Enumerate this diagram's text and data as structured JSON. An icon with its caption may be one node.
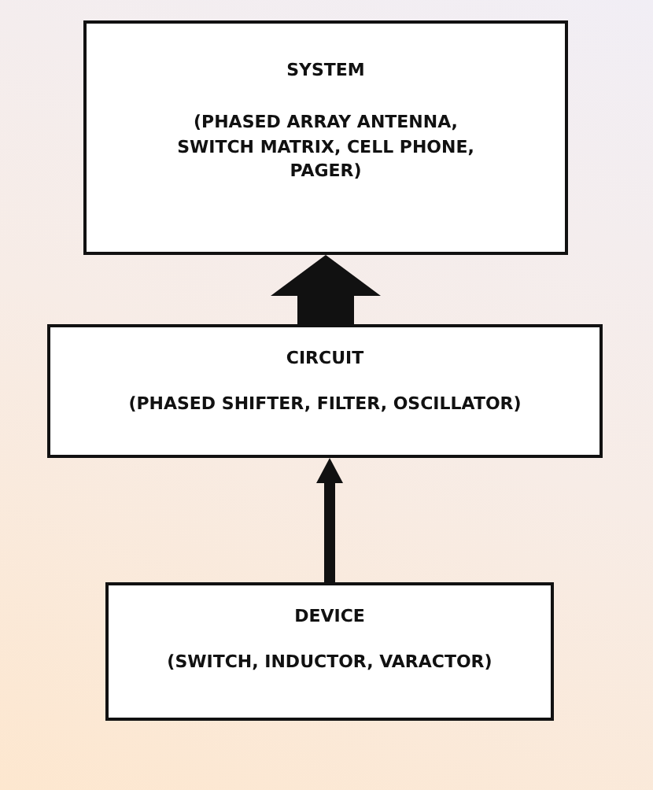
{
  "diagram": {
    "nodes": [
      {
        "text": [
          "SYSTEM",
          "(PHASED ARRAY ANTENNA, SWITCH MATRIX, CELL PHONE, PAGER)"
        ]
      },
      {
        "text": [
          "CIRCUIT",
          "(PHASED SHIFTER, FILTER, OSCILLATOR)"
        ]
      },
      {
        "text": [
          "DEVICE",
          "(SWITCH, INDUCTOR, VARACTOR)"
        ]
      }
    ],
    "edges": [
      {
        "from": 1,
        "to": 0,
        "arrow": "to",
        "style": "thick"
      },
      {
        "from": 2,
        "to": 1,
        "arrow": "to"
      }
    ]
  }
}
